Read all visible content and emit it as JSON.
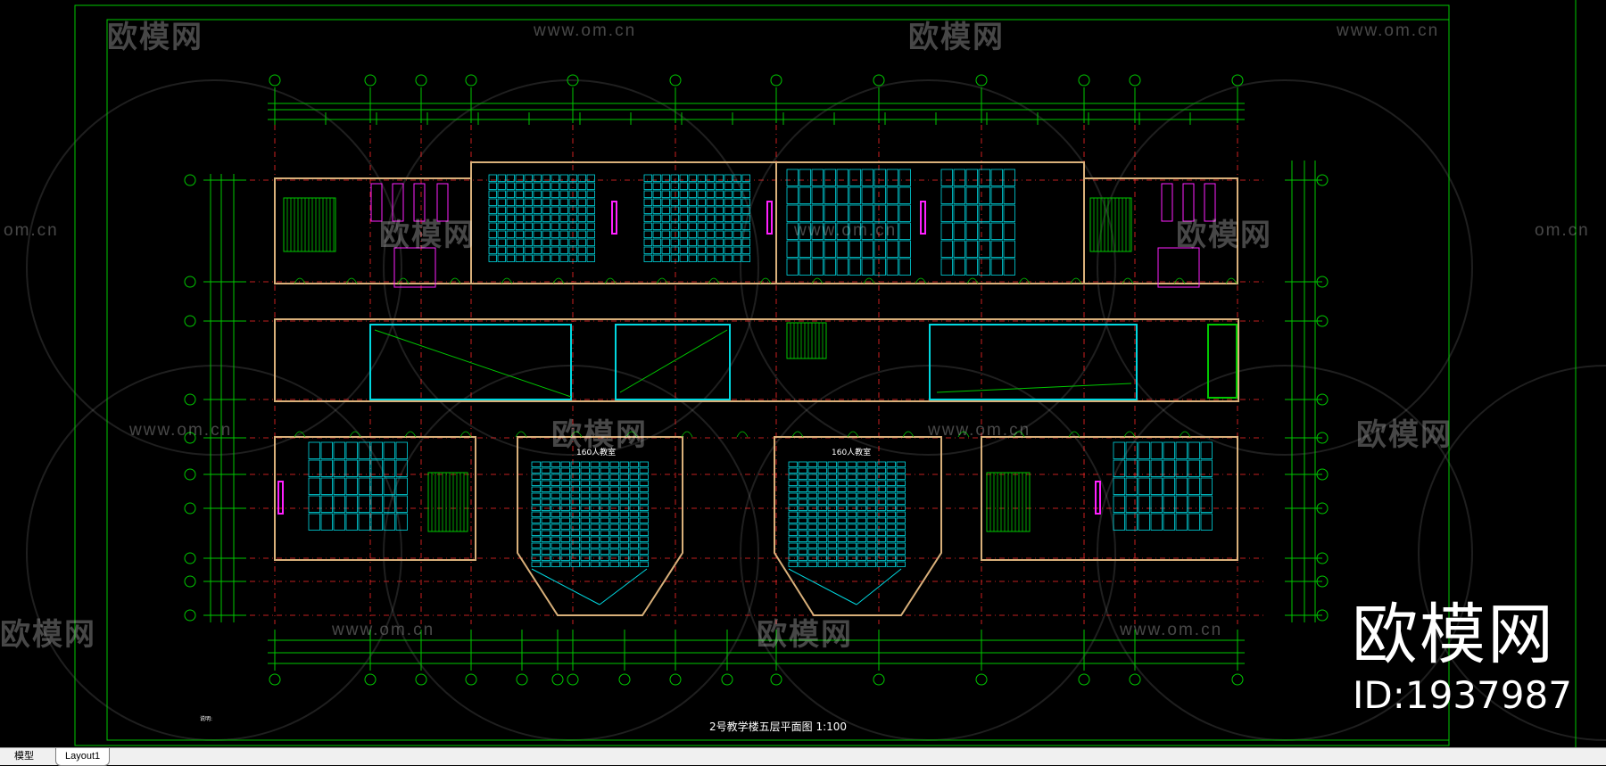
{
  "tabs": [
    {
      "label": "模型"
    },
    {
      "label": "Layout1"
    }
  ],
  "drawing": {
    "title": "2号教学楼五层平面图 1:100",
    "notes_heading": "说明:",
    "room_label_left": "160人教室",
    "room_label_right": "160人教室"
  },
  "watermark": {
    "brand_cn": "欧模网",
    "url": "www.om.cn",
    "url_short": "om.cn"
  },
  "brand": {
    "name": "欧模网",
    "id": "ID:1937987"
  },
  "colors": {
    "wall": "#d9b07a",
    "grid_green": "#00c800",
    "axis_red": "#ff2a2a",
    "seat_cyan": "#00d8e0",
    "magenta": "#ff20ff",
    "white": "#ffffff"
  }
}
